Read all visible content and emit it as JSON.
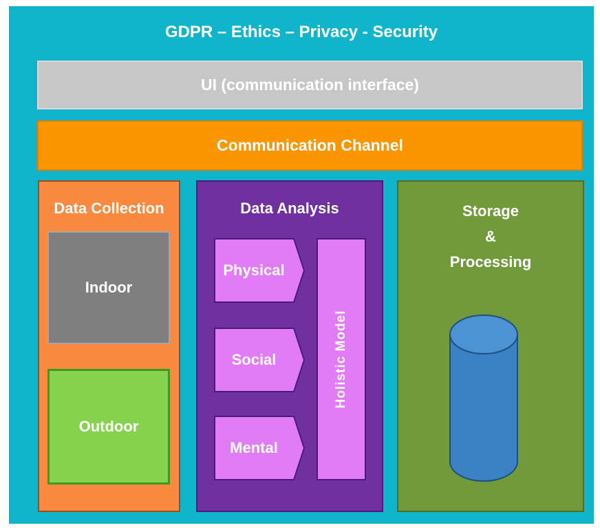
{
  "title": "GDPR – Ethics – Privacy - Security",
  "ui_layer": "UI (communication interface)",
  "channel_layer": "Communication Channel",
  "data_collection": {
    "title": "Data Collection",
    "items": [
      "Indoor",
      "Outdoor"
    ]
  },
  "data_analysis": {
    "title": "Data Analysis",
    "items": [
      "Physical",
      "Social",
      "Mental"
    ],
    "model": "Holistic Model"
  },
  "storage": {
    "title_lines": [
      "Storage",
      "&",
      "Processing"
    ]
  },
  "colors": {
    "background": "#10b5cc",
    "ui_layer": "#c7c7c7",
    "channel_layer": "#fb9600",
    "data_collection": "#f98a3f",
    "indoor": "#7f7f7f",
    "outdoor": "#86d14d",
    "data_analysis": "#7030a0",
    "analysis_items": "#e27cf6",
    "storage": "#719a3b",
    "database": "#3a82c4"
  },
  "icons": {
    "storage": "database-cylinder-icon"
  }
}
